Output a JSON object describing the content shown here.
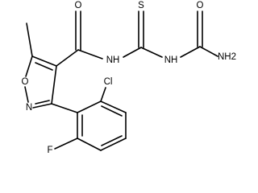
{
  "atoms": {
    "O_ring": "O",
    "N_ring": "N",
    "Cl": "Cl",
    "F": "F",
    "NH_amide": "NH",
    "NH_thio": "NH",
    "S": "S",
    "O_carbonyl": "O",
    "O_urea": "O",
    "NH2": "NH2"
  }
}
